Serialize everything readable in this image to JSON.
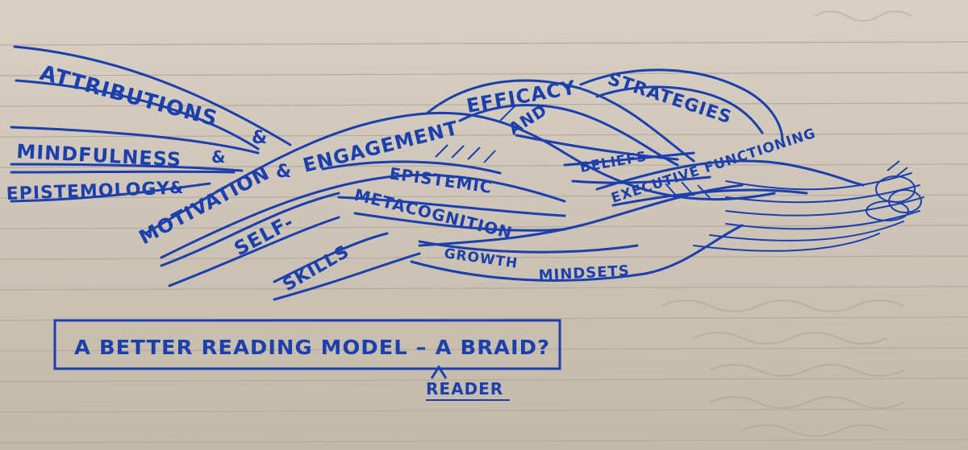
{
  "strands": {
    "attributions": "ATTRIBUTIONS",
    "attributions_amp": "&",
    "mindfulness": "MINDFULNESS",
    "mindfulness_amp": "&",
    "epistemology": "EPISTEMOLOGY",
    "epistemology_amp": "&",
    "motivation": "MOTIVATION",
    "motivation_amp": "&",
    "engagement": "ENGAGEMENT",
    "self": "SELF-",
    "skills": "SKILLS",
    "epistemic": "EPISTEMIC",
    "metacognition": "METACOGNITION",
    "growth": "GROWTH",
    "mindsets": "MINDSETS",
    "efficacy": "EFFICACY",
    "and": "AND",
    "strategies": "STRATEGIES",
    "beliefs": "BELIEFS",
    "executive_functioning": "EXECUTIVE FUNCTIONING"
  },
  "caption": {
    "text": "A BETTER READING MODEL – A BRAID?",
    "insert": "READER"
  },
  "colors": {
    "ink": "#1c3fae",
    "paper": "#d3cabd",
    "rule": "#b4ab9d"
  }
}
